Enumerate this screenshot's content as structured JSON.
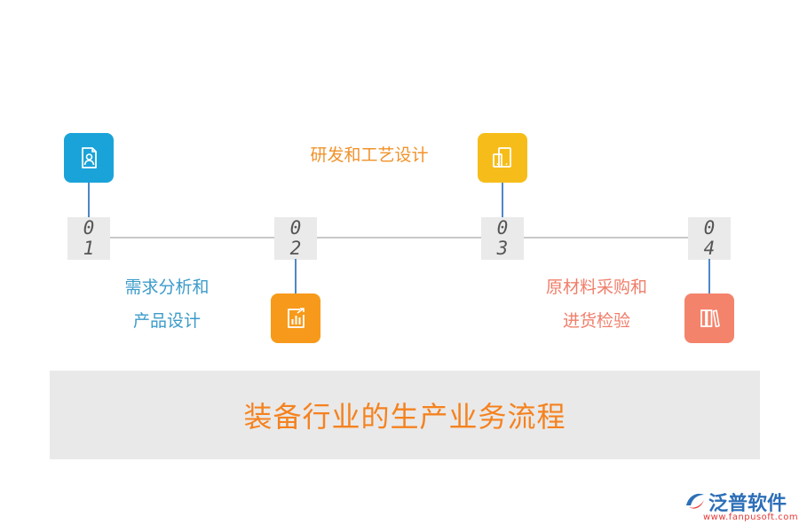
{
  "title": "装备行业的生产业务流程",
  "steps": [
    {
      "num_top": "0",
      "num_bottom": "1",
      "label_lines": [
        "需求分析和",
        "产品设计"
      ],
      "icon": "profile-document-icon",
      "icon_color": "#1aa3d9",
      "label_color": "#3b9bc9"
    },
    {
      "num_top": "0",
      "num_bottom": "2",
      "label_lines": [],
      "icon": "bar-chart-export-icon",
      "icon_color": "#f79a1b",
      "label_color": "#f79a1b"
    },
    {
      "num_top": "0",
      "num_bottom": "3",
      "label_lines": [
        "研发和工艺设计"
      ],
      "icon": "devices-icon",
      "icon_color": "#f6bd1a",
      "label_color": "#f0922a"
    },
    {
      "num_top": "0",
      "num_bottom": "4",
      "label_lines": [
        "原材料采购和",
        "进货检验"
      ],
      "icon": "books-icon",
      "icon_color": "#f4836b",
      "label_color": "#ef7e6a"
    }
  ],
  "logo": {
    "name": "泛普软件",
    "url": "www.fanpusoft.com",
    "mark": "fanpu-logo-icon"
  },
  "colors": {
    "line": "#c8c8c8",
    "connector": "#4f87c7",
    "title": "#f5821f",
    "band": "#e9e9e9"
  }
}
